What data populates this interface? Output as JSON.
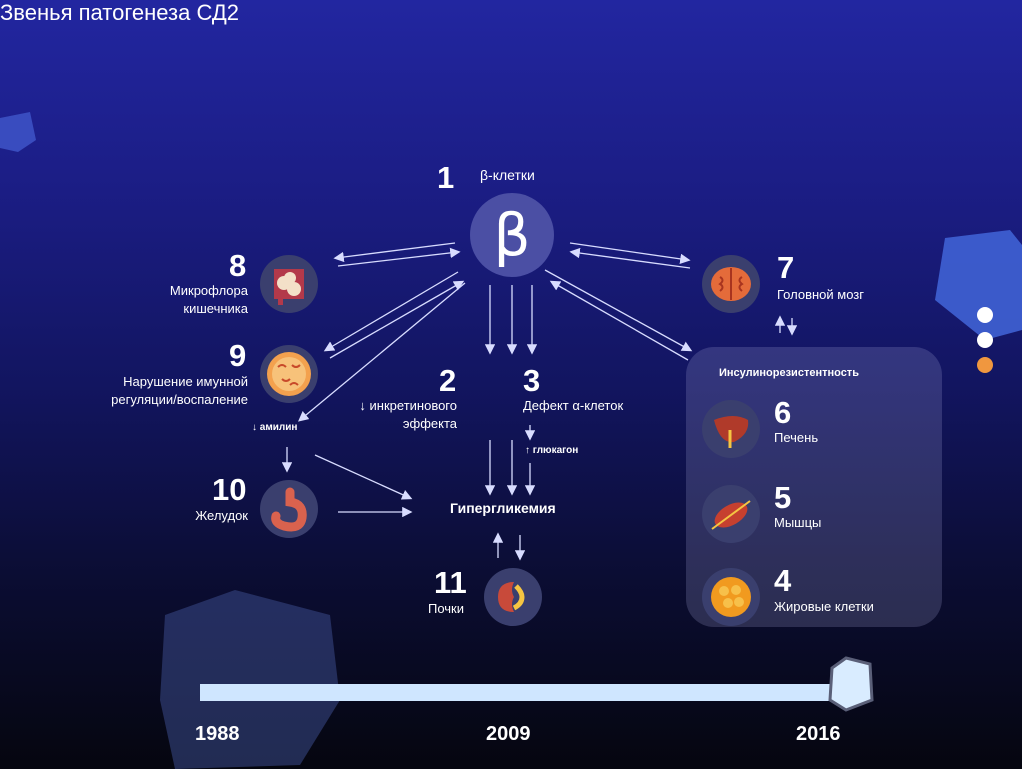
{
  "title": "Звенья патогенеза СД2",
  "beta": {
    "num": "1",
    "label": "β-клетки",
    "symbol": "β"
  },
  "nodes": {
    "n8": {
      "num": "8",
      "label1": "Микрофлора",
      "label2": "кишечника"
    },
    "n9": {
      "num": "9",
      "label1": "Нарушение имунной",
      "label2": "регуляции/воспаление"
    },
    "n10": {
      "num": "10",
      "label": "Желудок"
    },
    "n2": {
      "num": "2",
      "label1": "↓ инкретинового",
      "label2": "эффекта"
    },
    "n3": {
      "num": "3",
      "label": "Дефект α-клеток"
    },
    "n11": {
      "num": "11",
      "label": "Почки"
    },
    "n7": {
      "num": "7",
      "label": "Головной мозг"
    },
    "n6": {
      "num": "6",
      "label": "Печень"
    },
    "n5": {
      "num": "5",
      "label": "Мышцы"
    },
    "n4": {
      "num": "4",
      "label": "Жировые клетки"
    }
  },
  "amylin": "↓ амилин",
  "glucagon": "↑ глюкагон",
  "hyperglycemia": "Гипергликемия",
  "insulin_resistance": "Инсулинорезистентность",
  "timeline": {
    "years": [
      "1988",
      "2009",
      "2016"
    ]
  },
  "nav_dots": [
    {
      "state": "inactive",
      "color": "#ffffff"
    },
    {
      "state": "inactive",
      "color": "#ffffff"
    },
    {
      "state": "active",
      "color": "#f0973f"
    }
  ]
}
